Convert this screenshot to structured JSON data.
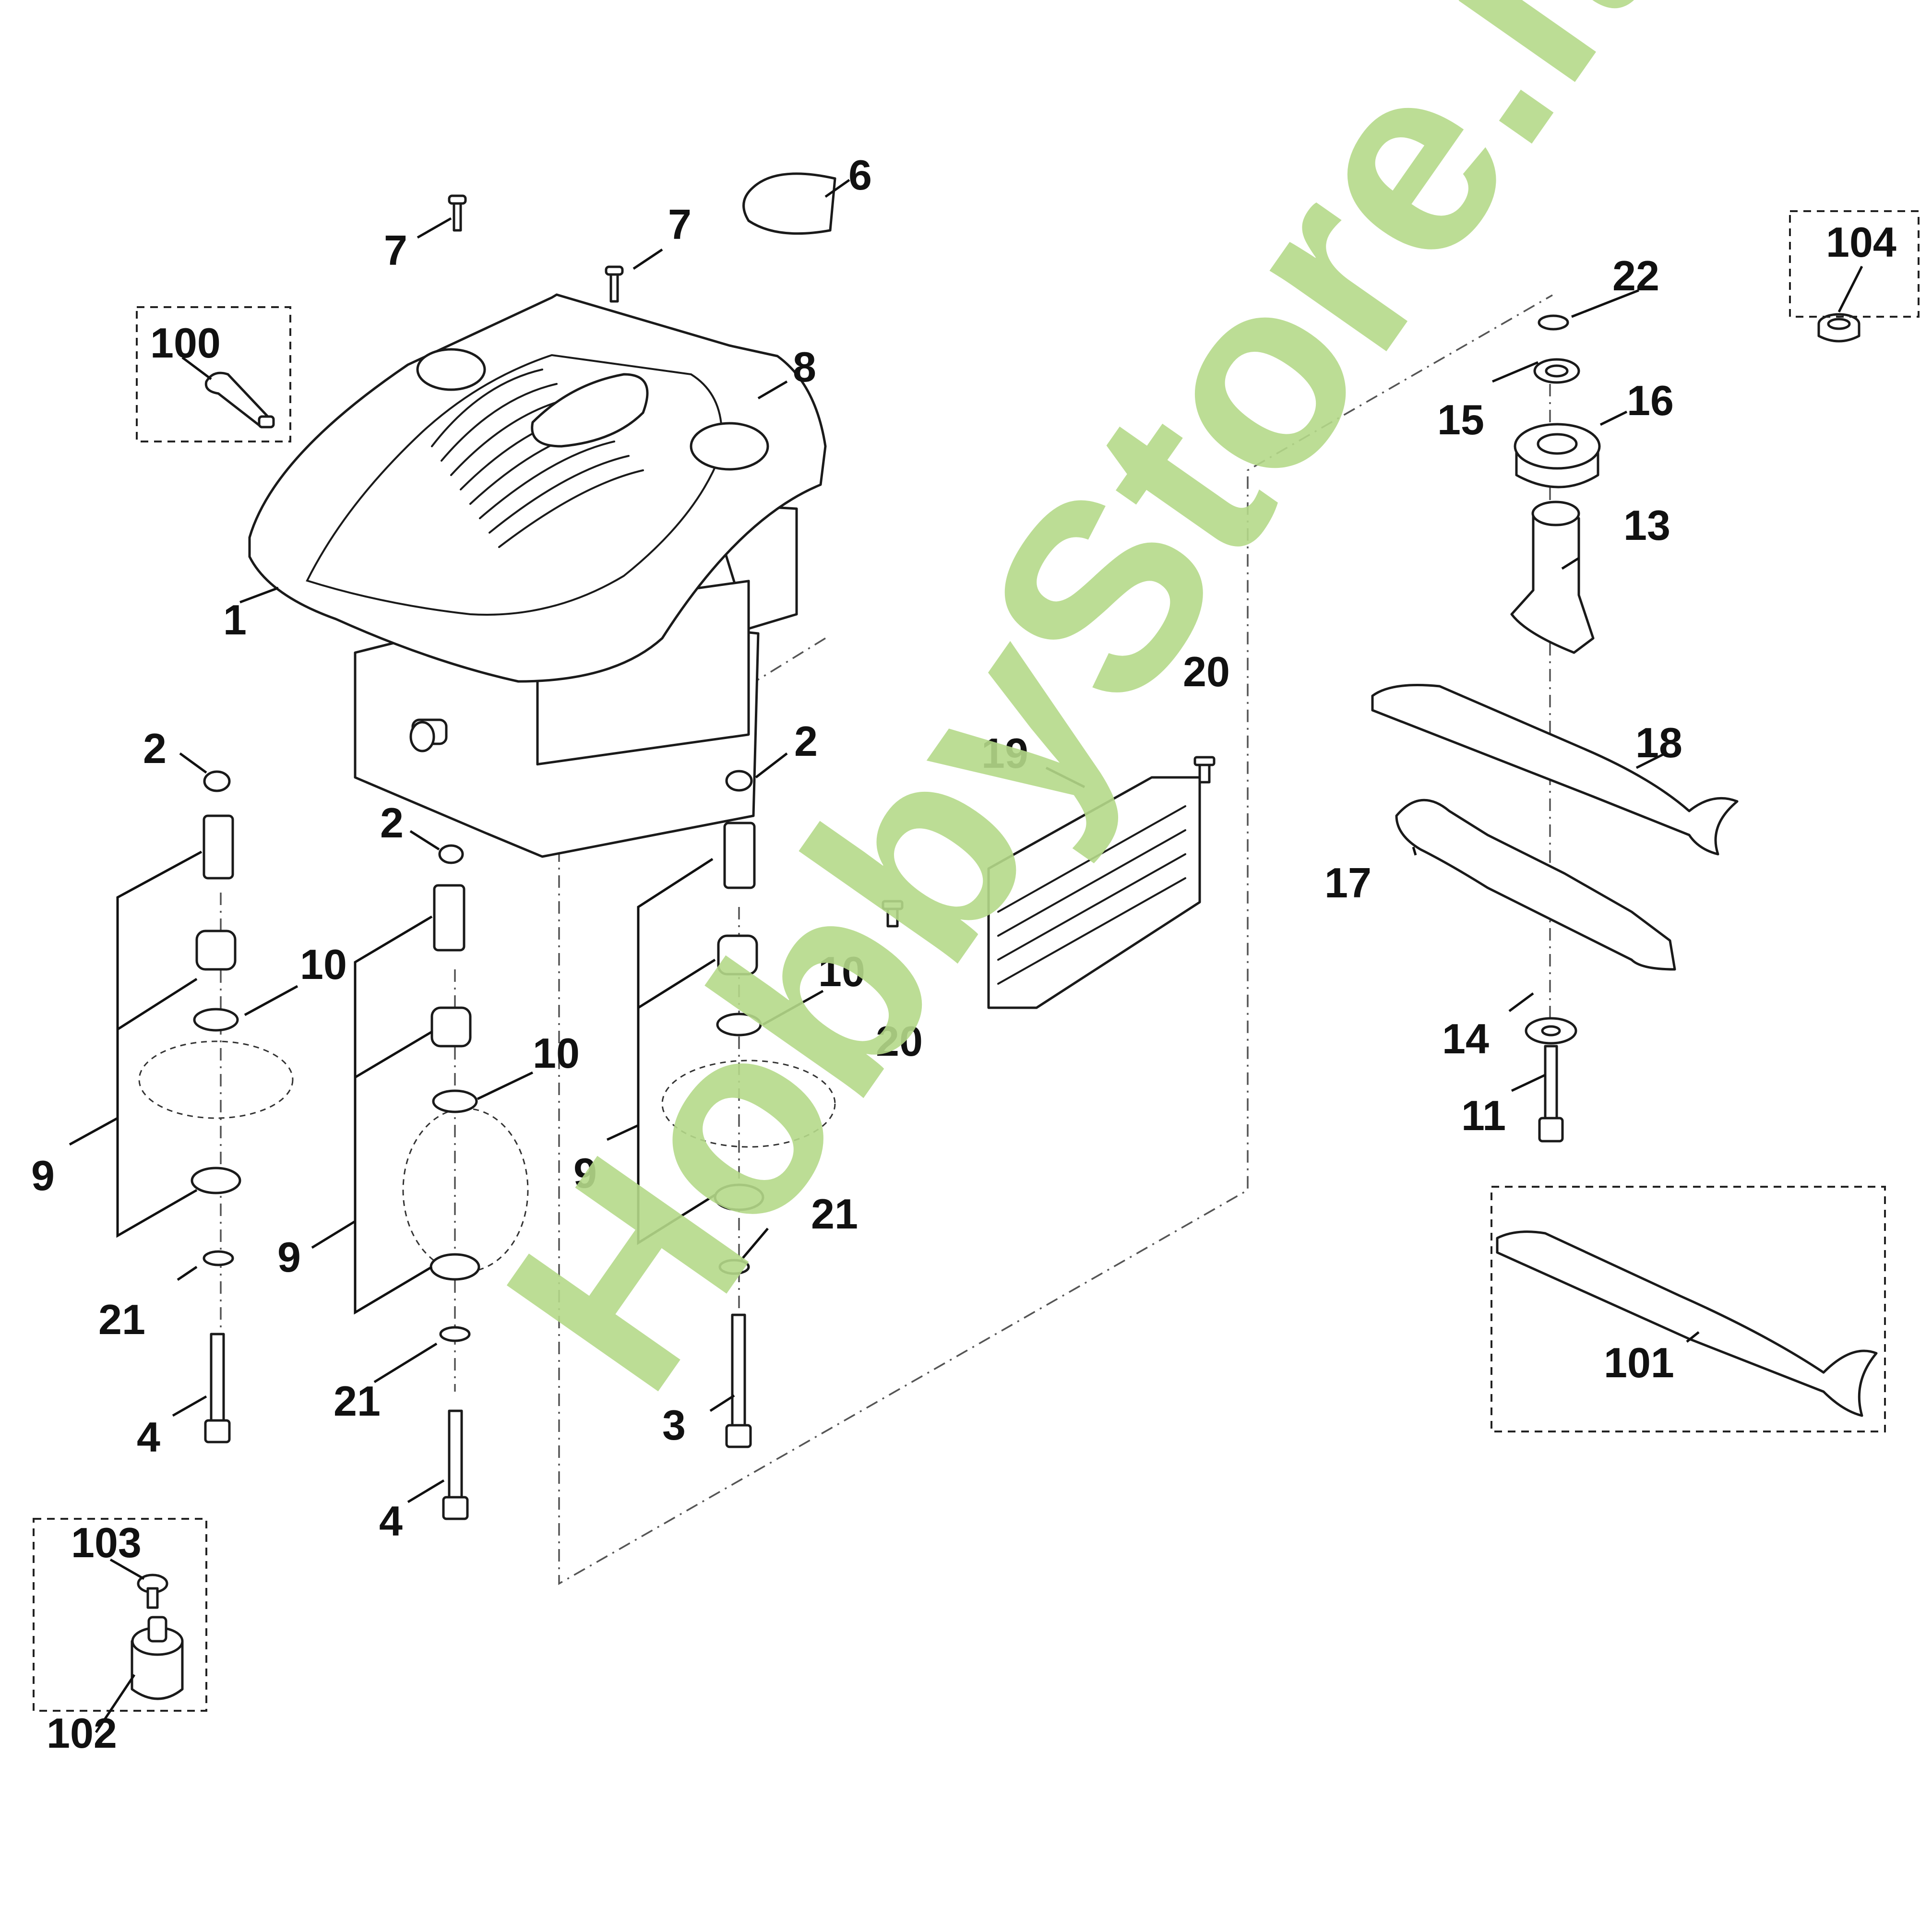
{
  "diagram": {
    "title": "Motore e lama - esploso ricambi",
    "callouts": {
      "c1": "1",
      "c2a": "2",
      "c2b": "2",
      "c2c": "2",
      "c3": "3",
      "c4a": "4",
      "c4b": "4",
      "c6": "6",
      "c7a": "7",
      "c7b": "7",
      "c8": "8",
      "c9a": "9",
      "c9b": "9",
      "c9c": "9",
      "c10a": "10",
      "c10b": "10",
      "c10c": "10",
      "c11": "11",
      "c13": "13",
      "c14": "14",
      "c15": "15",
      "c16": "16",
      "c17": "17",
      "c18": "18",
      "c19": "19",
      "c20a": "20",
      "c20b": "20",
      "c21a": "21",
      "c21b": "21",
      "c21c": "21",
      "c22": "22",
      "c100": "100",
      "c101": "101",
      "c102": "102",
      "c103": "103",
      "c104": "104"
    },
    "watermark": "HobbyStore.it",
    "colors": {
      "watermark": "#b5d98a",
      "ink": "#1a1a1a"
    }
  }
}
